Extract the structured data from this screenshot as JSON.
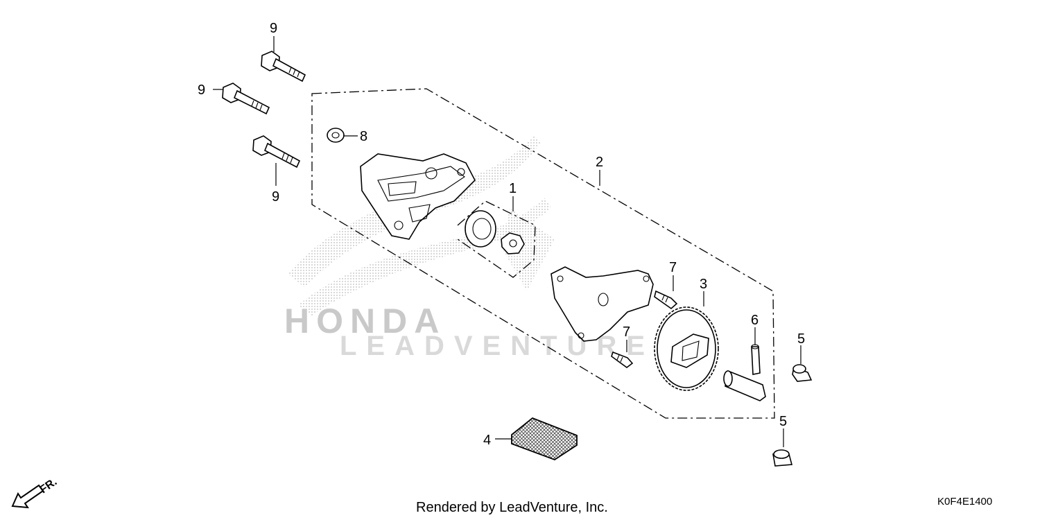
{
  "diagram": {
    "callouts": {
      "c1": "1",
      "c2": "2",
      "c3": "3",
      "c4": "4",
      "c5a": "5",
      "c5b": "5",
      "c6": "6",
      "c7a": "7",
      "c7b": "7",
      "c8": "8",
      "c9a": "9",
      "c9b": "9",
      "c9c": "9"
    },
    "direction_label": "FR.",
    "footer": "Rendered by LeadVenture, Inc.",
    "diagram_code": "K0F4E1400",
    "watermark": {
      "brand": "HONDA",
      "company": "LEADVENTURE"
    }
  }
}
